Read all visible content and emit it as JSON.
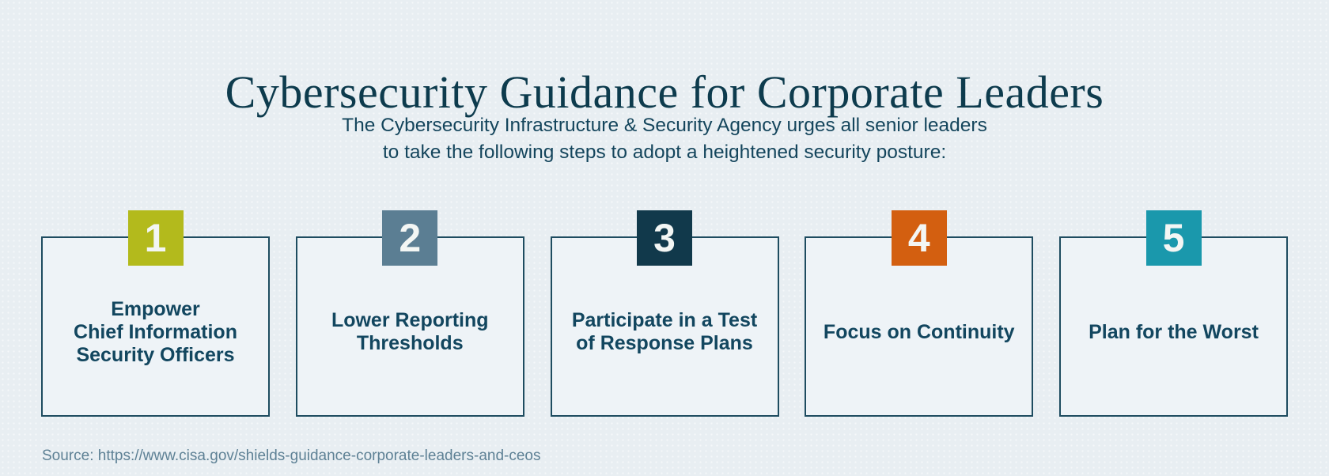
{
  "page": {
    "title": "Cybersecurity Guidance for Corporate Leaders",
    "subtitle_line1": "The Cybersecurity Infrastructure & Security Agency urges all senior leaders",
    "subtitle_line2": "to take the following steps to adopt a heightened security posture:",
    "source": "Source: https://www.cisa.gov/shields-guidance-corporate-leaders-and-ceos"
  },
  "colors": {
    "page_background": "#e8eef2",
    "card_background": "#eef3f7",
    "card_border": "#1e4c60",
    "title_text": "#0d3b4d",
    "card_text": "#12465f",
    "badge_number_text": "#f3f6f4",
    "source_text": "#5e8195"
  },
  "steps": [
    {
      "number": "1",
      "badge_color": "#b3ba1c",
      "label": "Empower Chief Information Security Officers",
      "label_lines": [
        "Empower",
        "Chief Information",
        "Security Officers"
      ]
    },
    {
      "number": "2",
      "badge_color": "#5b7e93",
      "label": "Lower Reporting Thresholds",
      "label_lines": [
        "Lower Reporting",
        "Thresholds"
      ]
    },
    {
      "number": "3",
      "badge_color": "#11394b",
      "label": "Participate in a Test of Response Plans",
      "label_lines": [
        "Participate in a Test",
        "of Response Plans"
      ]
    },
    {
      "number": "4",
      "badge_color": "#d35f10",
      "label": "Focus on Continuity",
      "label_lines": [
        "Focus on Continuity"
      ]
    },
    {
      "number": "5",
      "badge_color": "#1a98ac",
      "label": "Plan for the Worst",
      "label_lines": [
        "Plan for the Worst"
      ]
    }
  ]
}
